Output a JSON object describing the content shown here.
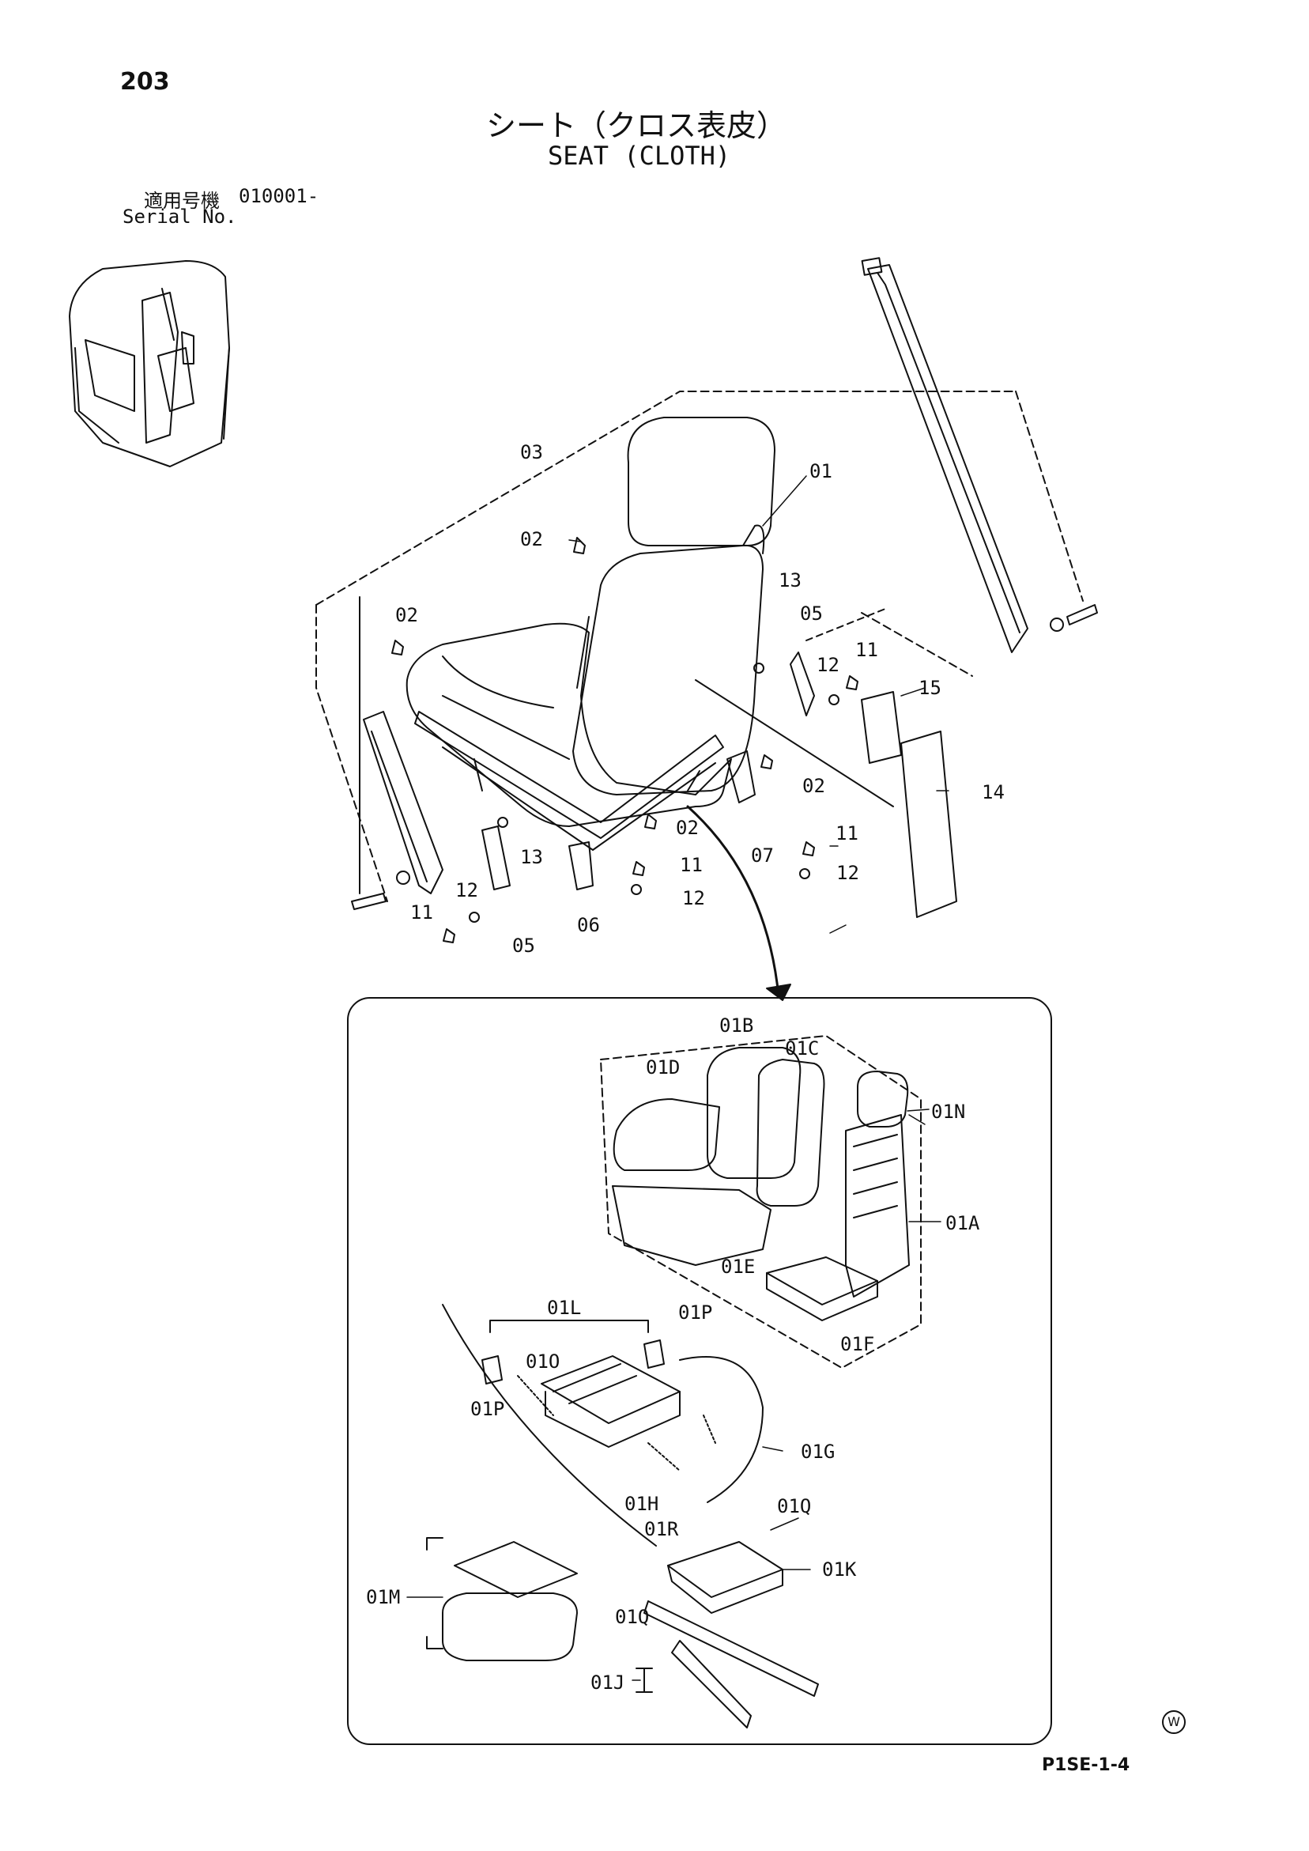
{
  "page_number": "203",
  "title_jp": "シート（クロス表皮）",
  "title_en": "SEAT (CLOTH)",
  "serial": {
    "label_jp": "適用号機",
    "value": "010001-",
    "label_en": "Serial No."
  },
  "figure_code": "P1SE-1-4",
  "corner_mark": "W",
  "callouts": {
    "c03": "03",
    "c01": "01",
    "c02a": "02",
    "c02b": "02",
    "c02c": "02",
    "c02d": "02",
    "c13a": "13",
    "c13b": "13",
    "c05a": "05",
    "c05b": "05",
    "c12a": "12",
    "c12b": "12",
    "c12c": "12",
    "c12d": "12",
    "c11a": "11",
    "c11b": "11",
    "c11c": "11",
    "c11d": "11",
    "c15": "15",
    "c14": "14",
    "c07": "07",
    "c06": "06",
    "c01B": "01B",
    "c01C": "01C",
    "c01D": "01D",
    "c01N": "01N",
    "c01A": "01A",
    "c01E": "01E",
    "c01F": "01F",
    "c01L": "01L",
    "c01P1": "01P",
    "c01P2": "01P",
    "c01O": "01O",
    "c01G": "01G",
    "c01H": "01H",
    "c01Q1": "01Q",
    "c01Q2": "01Q",
    "c01R": "01R",
    "c01K": "01K",
    "c01M": "01M",
    "c01J": "01J"
  }
}
